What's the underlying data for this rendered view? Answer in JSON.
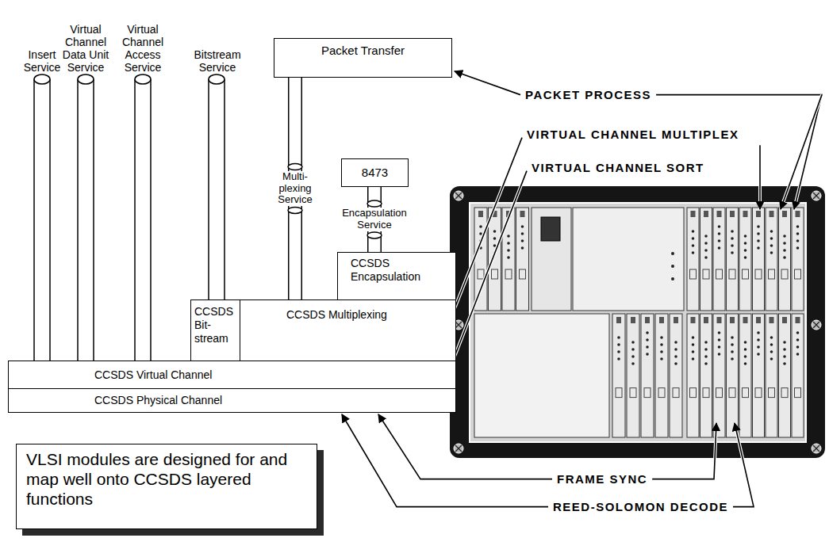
{
  "diagram": {
    "nodes": [
      {
        "text": [
          "Packet Transfer"
        ]
      },
      {
        "text": [
          "8473"
        ]
      },
      {
        "text": [
          "CCSDS Encapsulation"
        ]
      },
      {
        "text": [
          "CCSDS Bit-stream"
        ]
      },
      {
        "text": [
          "CCSDS Multiplexing"
        ]
      },
      {
        "text": [
          "CCSDS Virtual Channel"
        ]
      },
      {
        "text": [
          "CCSDS Physical Channel"
        ]
      },
      {
        "text": [
          "VLSI modules are designed for and map well onto CCSDS layered functions"
        ]
      }
    ],
    "edges": [
      {
        "from": 0,
        "to": 4,
        "arrow": "none",
        "label": "Multi-plexing Service"
      },
      {
        "from": 1,
        "to": 2,
        "arrow": "none",
        "label": "Encapsulation Service"
      }
    ],
    "labels": [
      "Insert Service",
      "Virtual Channel Data Unit Service",
      "Virtual Channel Access Service",
      "Bitstream Service",
      "PACKET PROCESS",
      "VIRTUAL CHANNEL MULTIPLEX",
      "VIRTUAL CHANNEL SORT",
      "FRAME SYNC",
      "REED-SOLOMON DECODE"
    ]
  }
}
